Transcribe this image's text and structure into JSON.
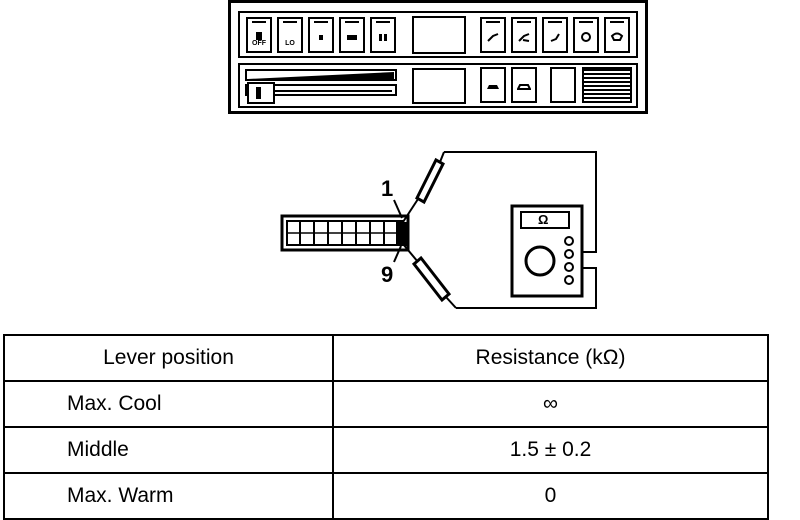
{
  "panel": {
    "buttons_left": [
      "OFF",
      "LO",
      "",
      "",
      ""
    ],
    "buttons_left_icons": [
      "fan-off-icon",
      "fan-lo-icon",
      "fan-2-icon",
      "fan-3-icon",
      "fan-hi-icon"
    ],
    "buttons_right_icons": [
      "vent-icon",
      "bi-level-icon",
      "foot-icon",
      "foot-defrost-icon",
      "defrost-icon"
    ],
    "bottom_buttons_icons": [
      "fresh-air-icon",
      "recirculate-icon"
    ]
  },
  "diagram": {
    "pin_top_label": "1",
    "pin_bottom_label": "9",
    "meter_symbol": "Ω",
    "meter_symbol_icon": "ohm-icon"
  },
  "table": {
    "headers": {
      "lever": "Lever position",
      "resistance": "Resistance (kΩ)"
    },
    "rows": [
      {
        "lever": "Max. Cool",
        "resistance": "∞"
      },
      {
        "lever": "Middle",
        "resistance": "1.5 ± 0.2"
      },
      {
        "lever": "Max. Warm",
        "resistance": "0"
      }
    ]
  }
}
